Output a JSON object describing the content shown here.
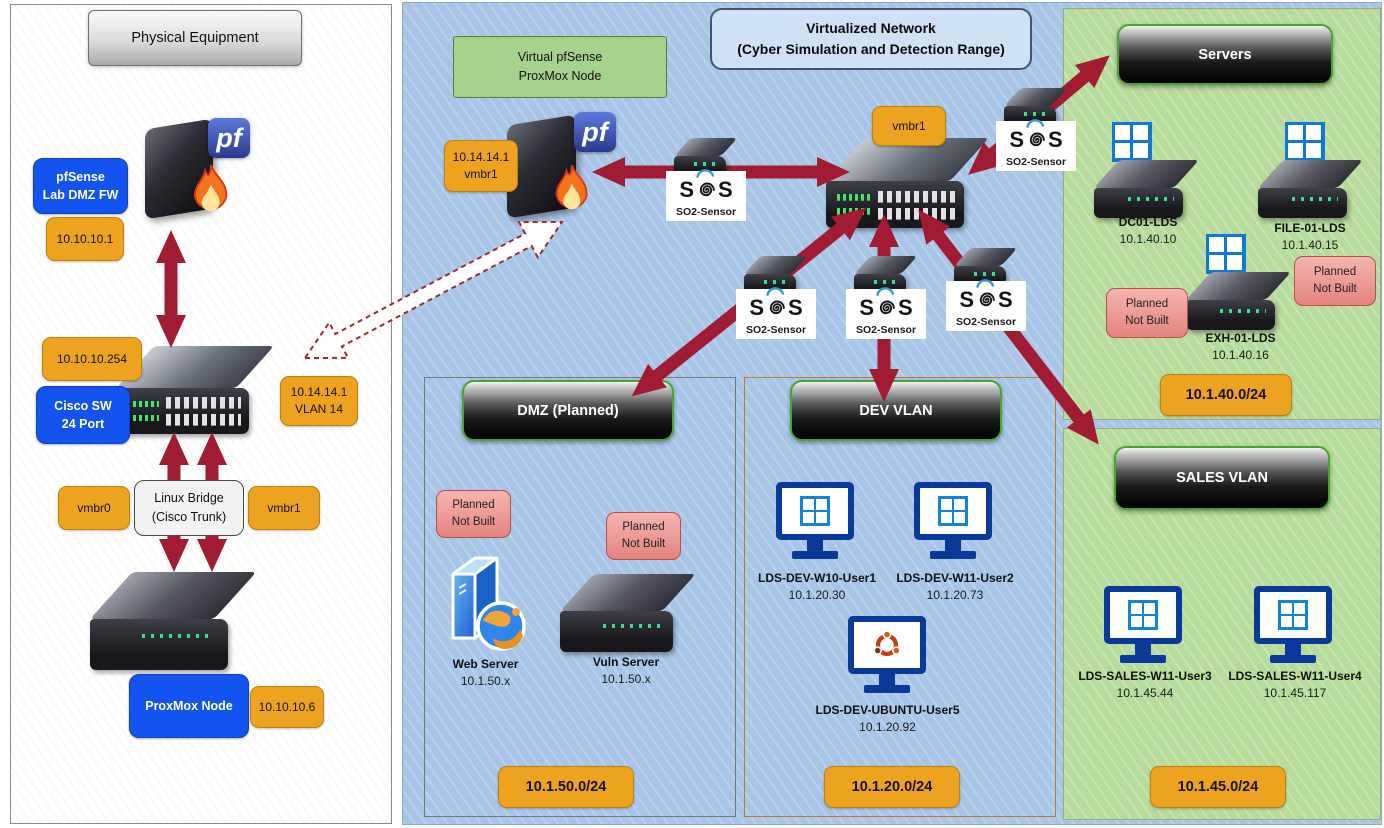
{
  "colors": {
    "arrow": "#A11C33",
    "orange_label": "#EEA320",
    "blue_label": "#1353F0",
    "pink_label": "#E8908C",
    "green_panel": "#B6DB9B",
    "blue_panel": "#A8C5E8",
    "header_border_green": "#4CA32F",
    "windows_blue": "#1079D7"
  },
  "physical": {
    "title": "Physical Equipment",
    "fw_name_1": "pfSense",
    "fw_name_2": "Lab DMZ FW",
    "fw_ip": "10.10.10.1",
    "sw_ip": "10.10.10.254",
    "sw_name_1": "Cisco SW",
    "sw_name_2": "24 Port",
    "sw_vlan_ip": "10.14.14.1",
    "sw_vlan": "VLAN 14",
    "vmbr0": "vmbr0",
    "bridge_1": "Linux Bridge",
    "bridge_2": "(Cisco Trunk)",
    "vmbr1": "vmbr1",
    "node_name": "ProxMox Node",
    "node_ip": "10.10.10.6"
  },
  "virtual": {
    "title_1": "Virtualized Network",
    "title_2": "(Cyber Simulation and Detection Range)",
    "vpf_1": "Virtual pfSense",
    "vpf_2": "ProxMox Node",
    "vpf_ip": "10.14.14.1",
    "vpf_if": "vmbr1",
    "vswitch_label": "vmbr1",
    "sensor_label": "SO2-Sensor",
    "pf_logo": "pf",
    "sos_s": "S"
  },
  "dmz": {
    "title": "DMZ (Planned)",
    "planned_1": "Planned",
    "planned_2": "Not Built",
    "web_name": "Web Server",
    "web_ip": "10.1.50.x",
    "vuln_name": "Vuln Server",
    "vuln_ip": "10.1.50.x",
    "subnet": "10.1.50.0/24"
  },
  "dev": {
    "title": "DEV VLAN",
    "hosts": [
      {
        "name": "LDS-DEV-W10-User1",
        "ip": "10.1.20.30"
      },
      {
        "name": "LDS-DEV-W11-User2",
        "ip": "10.1.20.73"
      },
      {
        "name": "LDS-DEV-UBUNTU-User5",
        "ip": "10.1.20.92"
      }
    ],
    "subnet": "10.1.20.0/24"
  },
  "servers": {
    "title": "Servers",
    "hosts": [
      {
        "name": "DC01-LDS",
        "ip": "10.1.40.10"
      },
      {
        "name": "FILE-01-LDS",
        "ip": "10.1.40.15"
      },
      {
        "name": "EXH-01-LDS",
        "ip": "10.1.40.16"
      }
    ],
    "planned_1": "Planned",
    "planned_2": "Not Built",
    "subnet": "10.1.40.0/24"
  },
  "sales": {
    "title": "SALES VLAN",
    "hosts": [
      {
        "name": "LDS-SALES-W11-User3",
        "ip": "10.1.45.44"
      },
      {
        "name": "LDS-SALES-W11-User4",
        "ip": "10.1.45.117"
      }
    ],
    "subnet": "10.1.45.0/24"
  }
}
